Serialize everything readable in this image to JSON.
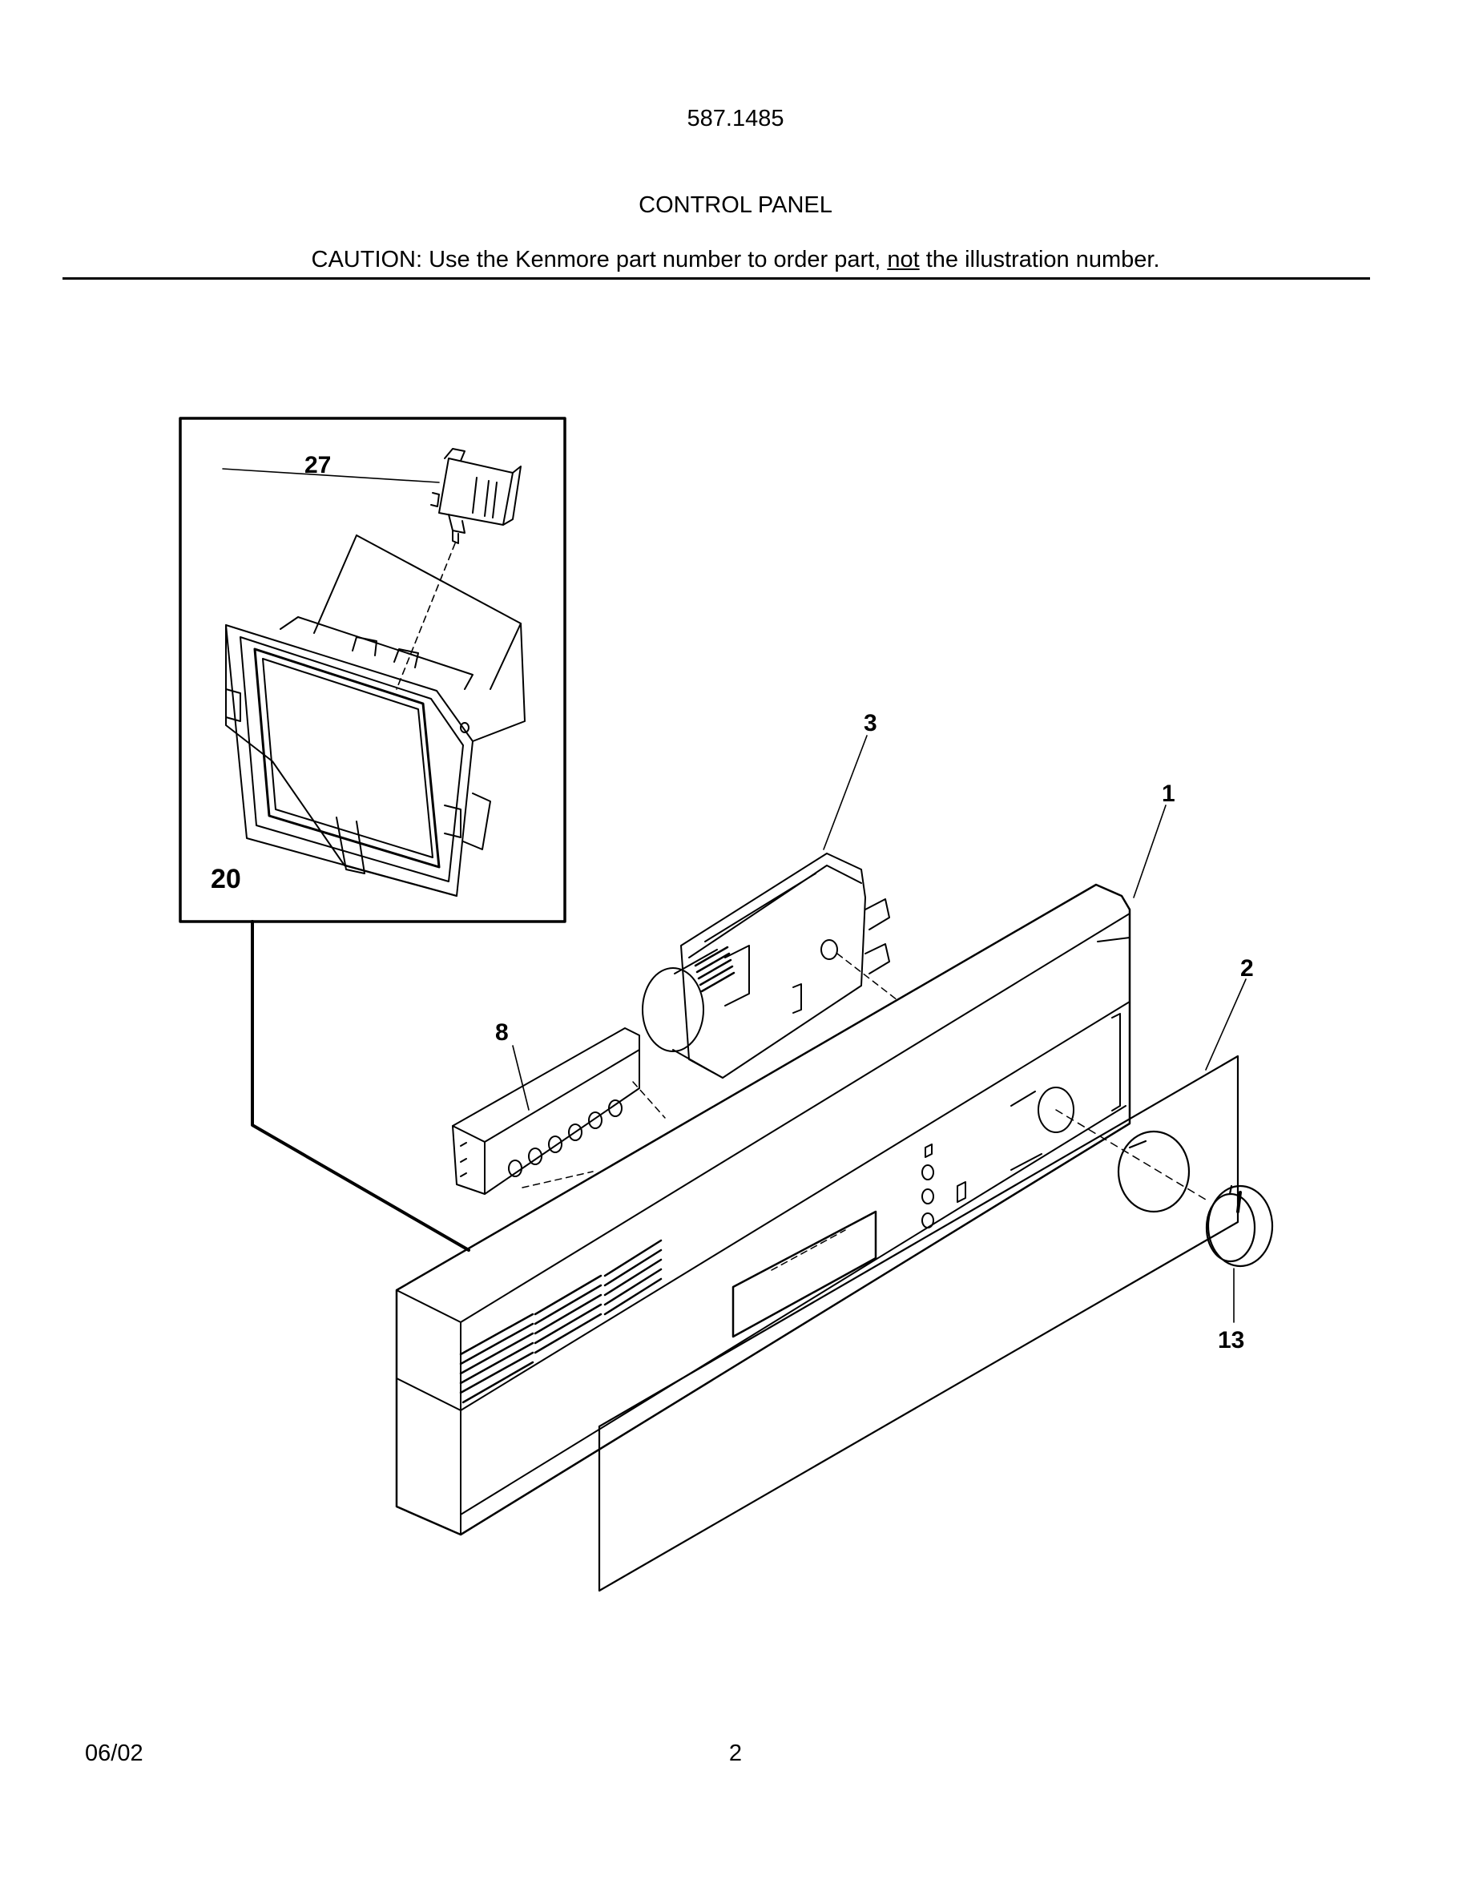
{
  "header": {
    "model": "587.1485",
    "title": "CONTROL PANEL",
    "caution_prefix": "CAUTION: Use the Kenmore part number to order part, ",
    "caution_emphasis": "not",
    "caution_suffix": " the illustration number."
  },
  "callouts": {
    "c27": "27",
    "c20": "20",
    "c3": "3",
    "c1": "1",
    "c2": "2",
    "c8": "8",
    "c13": "13"
  },
  "footer": {
    "date": "06/02",
    "page": "2"
  }
}
